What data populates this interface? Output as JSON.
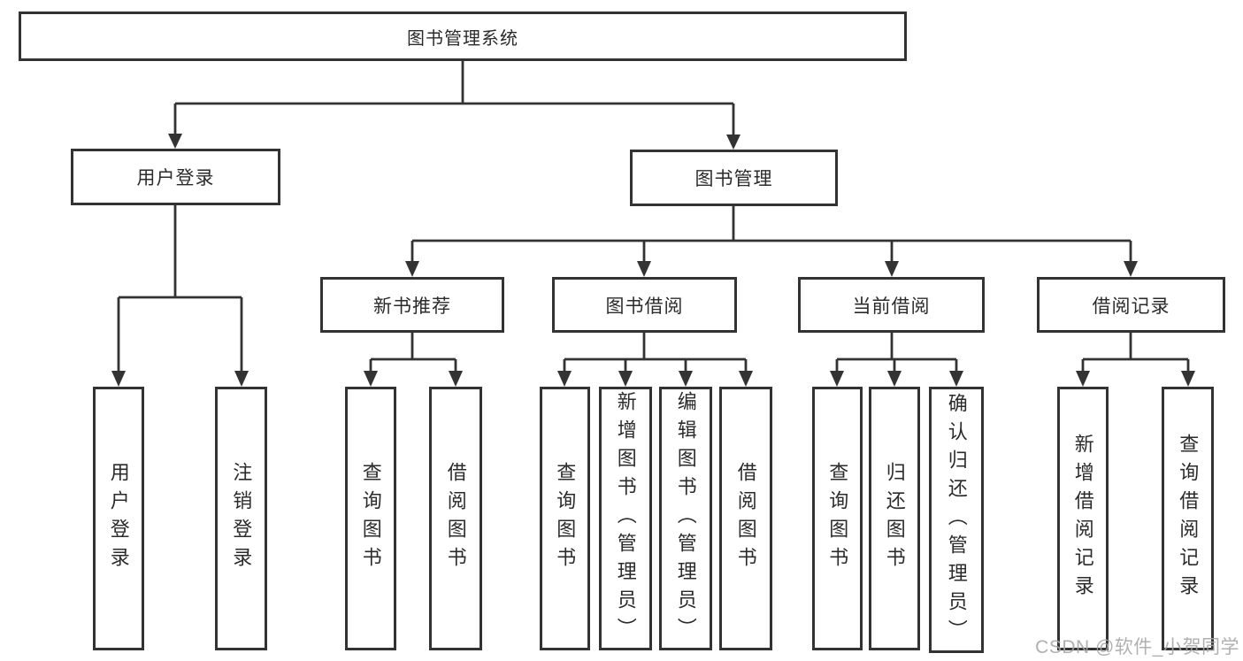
{
  "colors": {
    "line": "#333333",
    "box_border": "#333333",
    "text": "#2b2b2b",
    "background": "#ffffff",
    "watermark": "#a5a5a5"
  },
  "diagram": {
    "root": {
      "label": "图书管理系统"
    },
    "level2": [
      {
        "label": "用户登录"
      },
      {
        "label": "图书管理"
      }
    ],
    "level3": [
      {
        "label": "新书推荐"
      },
      {
        "label": "图书借阅"
      },
      {
        "label": "当前借阅"
      },
      {
        "label": "借阅记录"
      }
    ],
    "leaves": [
      {
        "label": "用户登录",
        "parent": "用户登录"
      },
      {
        "label": "注销登录",
        "parent": "用户登录"
      },
      {
        "label": "查询图书",
        "parent": "新书推荐"
      },
      {
        "label": "借阅图书",
        "parent": "新书推荐"
      },
      {
        "label": "查询图书",
        "parent": "图书借阅"
      },
      {
        "label": "新增图书（管理员）",
        "parent": "图书借阅"
      },
      {
        "label": "编辑图书（管理员）",
        "parent": "图书借阅"
      },
      {
        "label": "借阅图书",
        "parent": "图书借阅"
      },
      {
        "label": "查询图书",
        "parent": "当前借阅"
      },
      {
        "label": "归还图书",
        "parent": "当前借阅"
      },
      {
        "label": "确认归还（管理员）",
        "parent": "当前借阅"
      },
      {
        "label": "新增借阅记录",
        "parent": "借阅记录"
      },
      {
        "label": "查询借阅记录",
        "parent": "借阅记录"
      }
    ]
  },
  "watermark": {
    "text": "CSDN @软件_小贺同学"
  }
}
